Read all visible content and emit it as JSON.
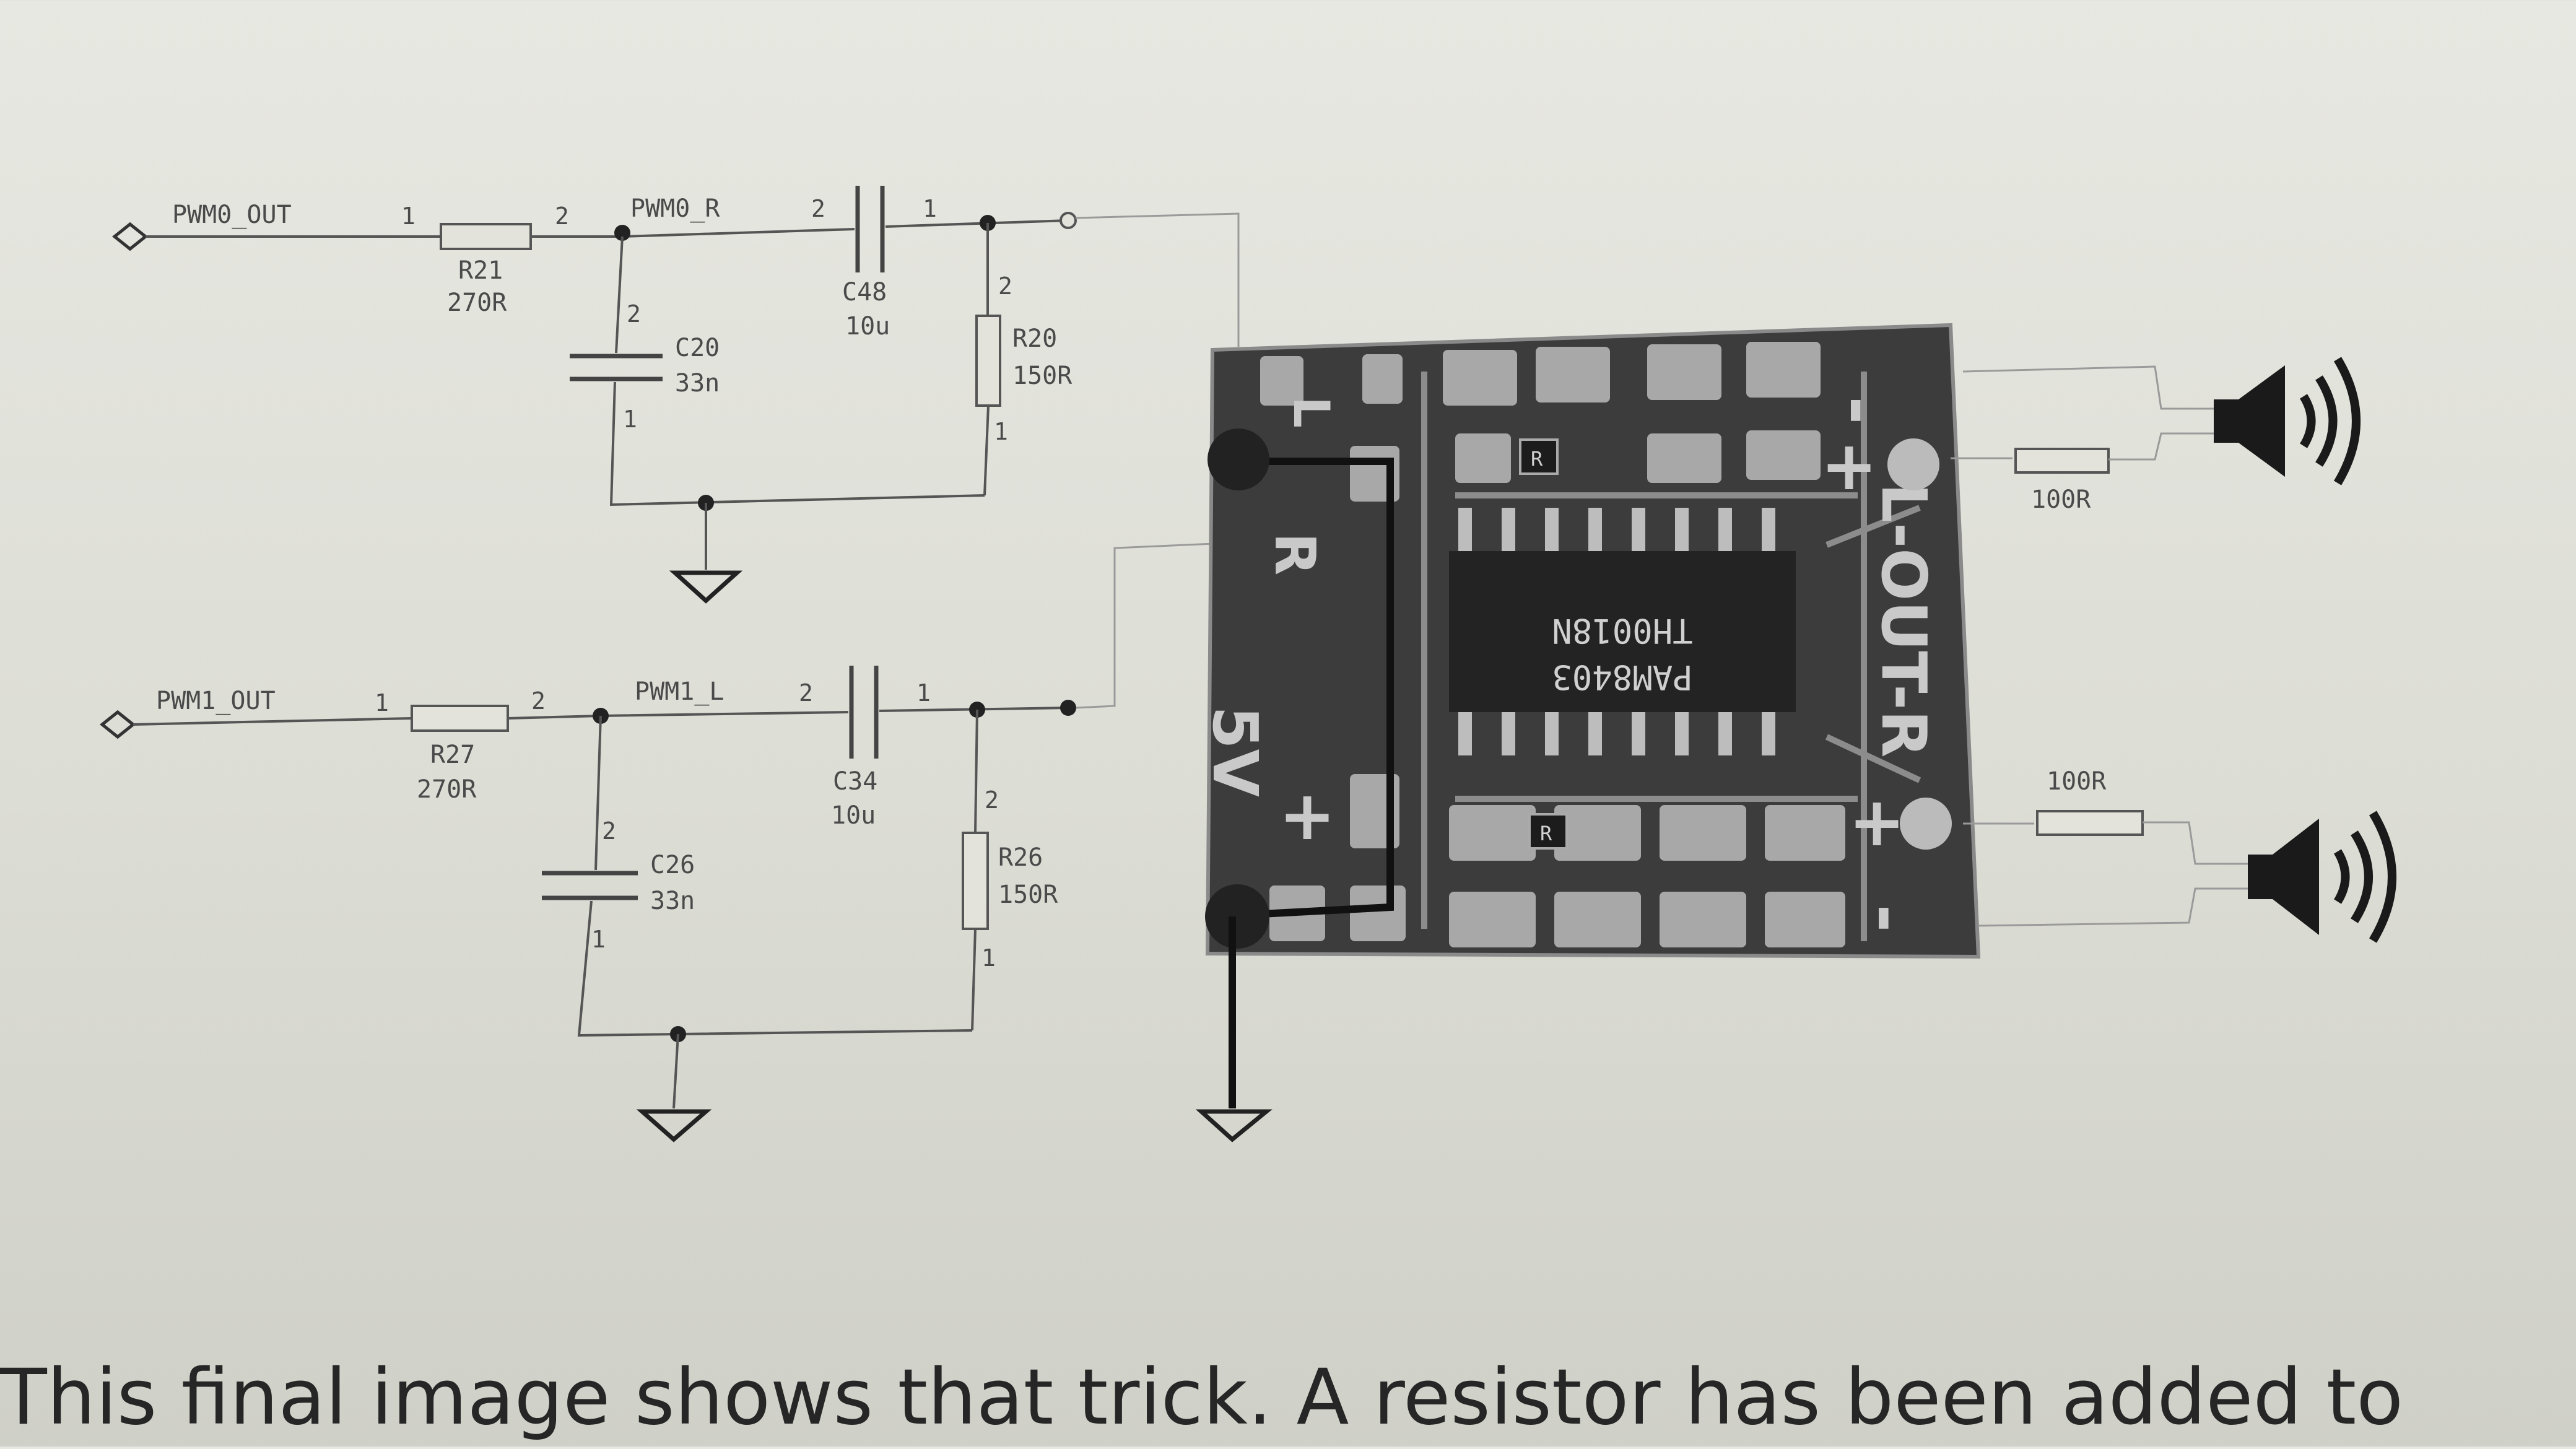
{
  "schematic": {
    "top_channel": {
      "input_net": "PWM0_OUT",
      "series_resistor": {
        "ref": "R21",
        "value": "270R",
        "pin_left": "1",
        "pin_right": "2"
      },
      "filter_net": "PWM0_R",
      "shunt_capacitor": {
        "ref": "C20",
        "value": "33n",
        "pin_top": "2",
        "pin_bottom": "1"
      },
      "coupling_capacitor": {
        "ref": "C48",
        "value": "10u",
        "pin_left": "2",
        "pin_right": "1"
      },
      "load_resistor": {
        "ref": "R20",
        "value": "150R",
        "pin_top": "2",
        "pin_bottom": "1"
      }
    },
    "bottom_channel": {
      "input_net": "PWM1_OUT",
      "series_resistor": {
        "ref": "R27",
        "value": "270R",
        "pin_left": "1",
        "pin_right": "2"
      },
      "filter_net": "PWM1_L",
      "shunt_capacitor": {
        "ref": "C26",
        "value": "33n",
        "pin_top": "2",
        "pin_bottom": "1"
      },
      "coupling_capacitor": {
        "ref": "C34",
        "value": "10u",
        "pin_left": "2",
        "pin_right": "1"
      },
      "load_resistor": {
        "ref": "R26",
        "value": "150R",
        "pin_top": "2",
        "pin_bottom": "1"
      }
    }
  },
  "amplifier_board": {
    "chip_line1": "PAM8403",
    "chip_line2": "TH0018N",
    "label_left_input": "L",
    "label_right_input": "R",
    "label_power": "5V",
    "label_output": "L-OUT-R",
    "plus_sign": "+",
    "minus_sign": "-",
    "component_code": "R"
  },
  "outputs": {
    "top_speaker_resistor": "100R",
    "bottom_speaker_resistor": "100R"
  },
  "icons": [
    "input-port-icon",
    "ground-icon",
    "speaker-icon"
  ],
  "colors": {
    "paper": "#e2e3dc",
    "ink": "#222222",
    "board": "#3a3a3a"
  },
  "caption": "This final image shows that trick. A resistor has been added to"
}
